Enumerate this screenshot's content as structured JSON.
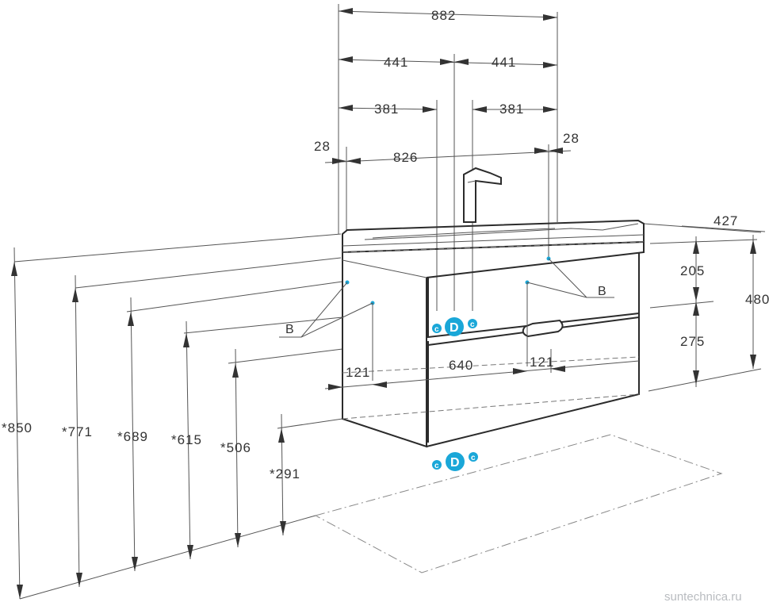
{
  "dimensions": {
    "total_width": "882",
    "half_left": "441",
    "half_right": "441",
    "pipe_left": "381",
    "pipe_right": "381",
    "margin_left": "28",
    "margin_right": "28",
    "inner_width": "826",
    "depth": "427",
    "height_total": "480",
    "height_top": "205",
    "height_bottom": "275",
    "offset_left": "121",
    "offset_right": "121",
    "drawer_span": "640",
    "floor_850": "*850",
    "floor_771": "*771",
    "floor_689": "*689",
    "floor_615": "*615",
    "floor_506": "*506",
    "floor_291": "*291"
  },
  "labels": {
    "mount_left": "B",
    "mount_right": "B",
    "water_connection": "D",
    "cold_side": "c",
    "hot_side": "c"
  },
  "watermark": "suntechnica.ru",
  "colors": {
    "marker": "#1aa7d8",
    "line": "#2b2b2b",
    "text": "#333333"
  }
}
